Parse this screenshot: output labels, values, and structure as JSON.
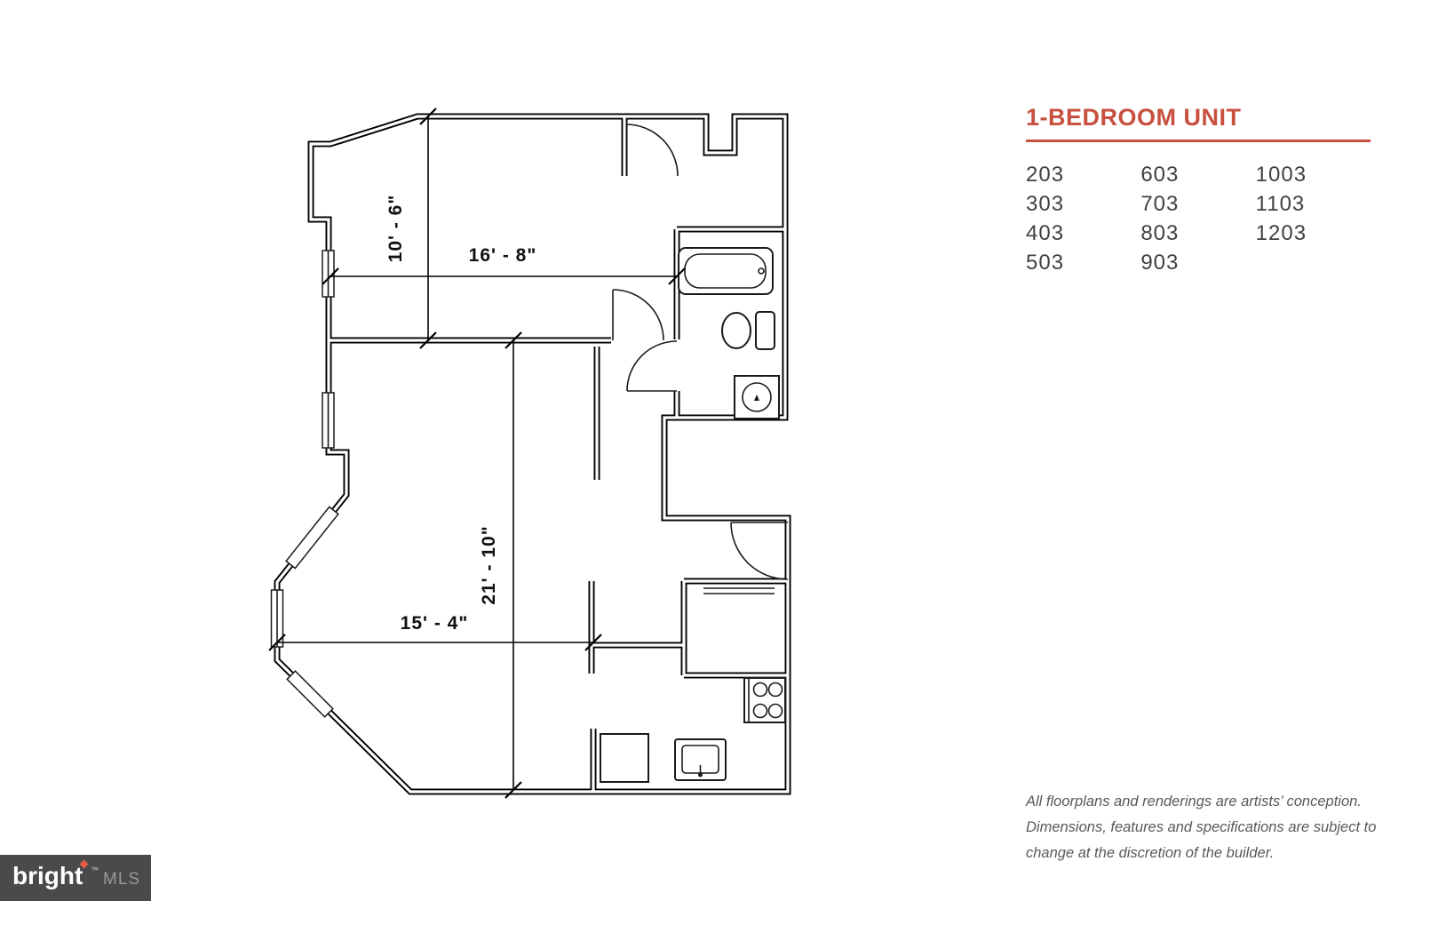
{
  "floorplan": {
    "dim_bedroom_depth": "10' - 6\"",
    "dim_bedroom_width": "16' - 8\"",
    "dim_living_depth": "21' - 10\"",
    "dim_living_width": "15' - 4\""
  },
  "unit_panel": {
    "title": "1-BEDROOM UNIT",
    "columns": [
      [
        "203",
        "303",
        "403",
        "503"
      ],
      [
        "603",
        "703",
        "803",
        "903"
      ],
      [
        "1003",
        "1103",
        "1203"
      ]
    ]
  },
  "disclaimer": {
    "line1": "All floorplans and renderings are artists’ conception.",
    "line2": "Dimensions, features and specifications are subject to",
    "line3": "change at the discretion of the builder."
  },
  "logo": {
    "brand": "bright",
    "tm": "™",
    "suffix": "MLS"
  },
  "colors": {
    "accent": "#C7503F",
    "numbers": "#414042",
    "disclaimer_text": "#58595B",
    "logo_bg": "#4A4A4C",
    "logo_spark": "#E85C41"
  }
}
